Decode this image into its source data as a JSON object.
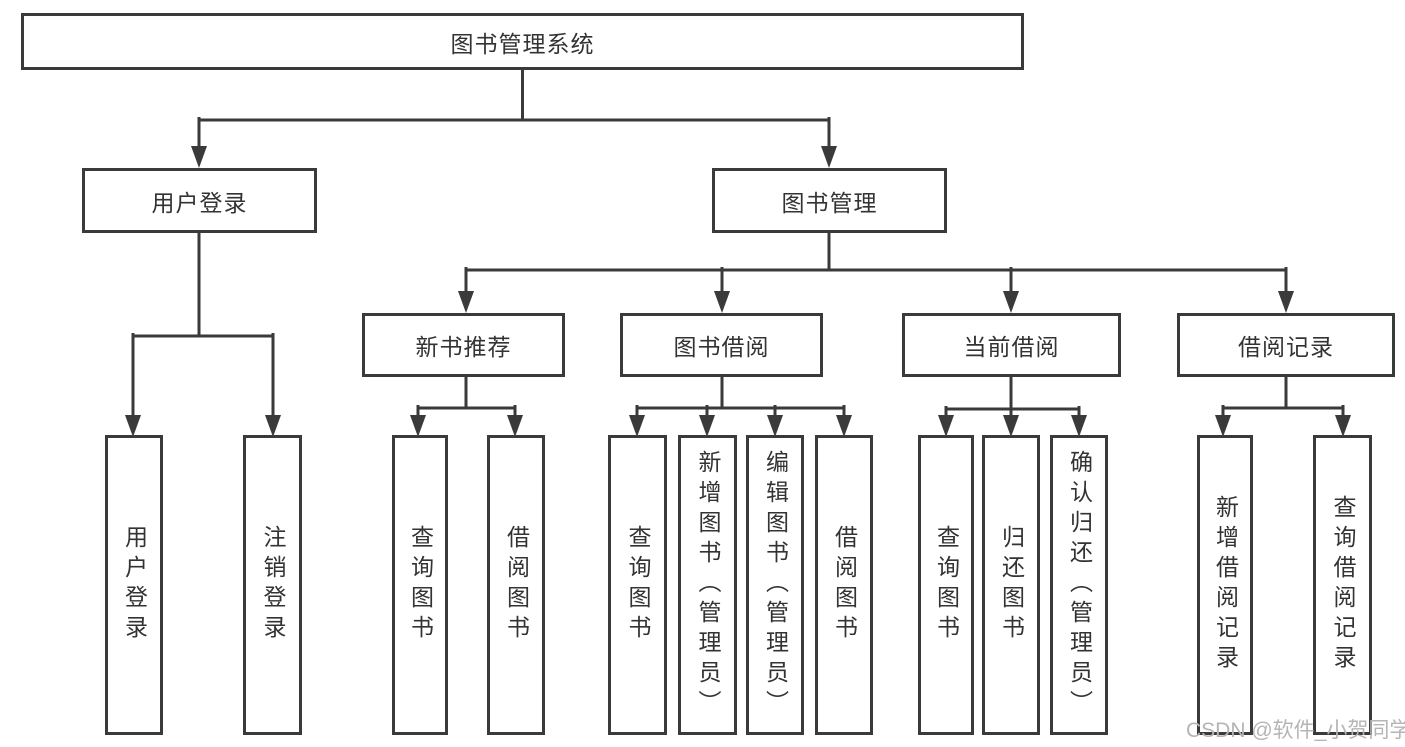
{
  "colors": {
    "line": "#3a3a3a",
    "text": "#333333",
    "box_background": "#ffffff",
    "page_background": "#ffffff",
    "watermark": "#b5b5b5"
  },
  "tree": {
    "root": {
      "label": "图书管理系统"
    },
    "branches": [
      {
        "label": "用户登录",
        "leaves": [
          "用户登录",
          "注销登录"
        ]
      },
      {
        "label": "图书管理",
        "sections": [
          {
            "label": "新书推荐",
            "leaves": [
              "查询图书",
              "借阅图书"
            ]
          },
          {
            "label": "图书借阅",
            "leaves": [
              "查询图书",
              "新增图书（管理员）",
              "编辑图书（管理员）",
              "借阅图书"
            ]
          },
          {
            "label": "当前借阅",
            "leaves": [
              "查询图书",
              "归还图书",
              "确认归还（管理员）"
            ]
          },
          {
            "label": "借阅记录",
            "leaves": [
              "新增借阅记录",
              "查询借阅记录"
            ]
          }
        ]
      }
    ]
  },
  "watermark": {
    "text": "CSDN @软件_小贺同学"
  }
}
